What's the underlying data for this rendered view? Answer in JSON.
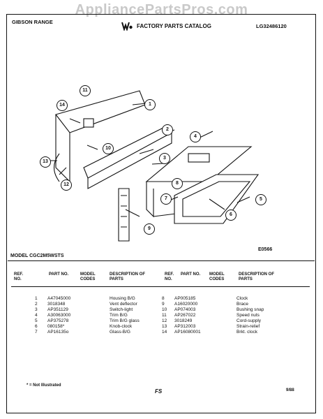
{
  "watermark": "AppliancePartsPros.com",
  "header": {
    "brand": "GIBSON RANGE",
    "catalog_title": "FACTORY PARTS CATALOG",
    "document_number": "LG32486120"
  },
  "model_line": "MODEL CGC2M5WSTS",
  "drawing_code": "E0566",
  "callouts": [
    "1",
    "2",
    "3",
    "4",
    "5",
    "6",
    "7",
    "8",
    "9",
    "10",
    "11",
    "12",
    "13",
    "14"
  ],
  "columns": {
    "ref": "REF. NO.",
    "part": "PART NO.",
    "model": "MODEL CODES",
    "desc": "DESCRIPTION OF PARTS"
  },
  "parts_left": [
    {
      "ref": "1",
      "part": "A47045000",
      "desc": "Housing B/G"
    },
    {
      "ref": "2",
      "part": "3018348",
      "desc": "Vent deflector"
    },
    {
      "ref": "3",
      "part": "AP351129",
      "desc": "Switch-light"
    },
    {
      "ref": "4",
      "part": "A30063000",
      "desc": "Trim B/G"
    },
    {
      "ref": "5",
      "part": "AP375278",
      "desc": "Trim B/G glass"
    },
    {
      "ref": "6",
      "part": "080158*",
      "desc": "Knob-clock"
    },
    {
      "ref": "7",
      "part": "AP16135o",
      "desc": "Glass-B/G"
    }
  ],
  "parts_right": [
    {
      "ref": "8",
      "part": "AP005185",
      "desc": "Clock"
    },
    {
      "ref": "9",
      "part": "A16020000",
      "desc": "Brace"
    },
    {
      "ref": "10",
      "part": "AP074003",
      "desc": "Bushing snap"
    },
    {
      "ref": "11",
      "part": "AP267022",
      "desc": "Speed nuts"
    },
    {
      "ref": "12",
      "part": "3018249",
      "desc": "Cord-supply"
    },
    {
      "ref": "13",
      "part": "AP312003",
      "desc": "Strain-relief"
    },
    {
      "ref": "14",
      "part": "AP16080001",
      "desc": "Brkt. clock"
    }
  ],
  "footer": {
    "note": "* = Not Illustrated",
    "center": "FS",
    "date": "9/88"
  }
}
